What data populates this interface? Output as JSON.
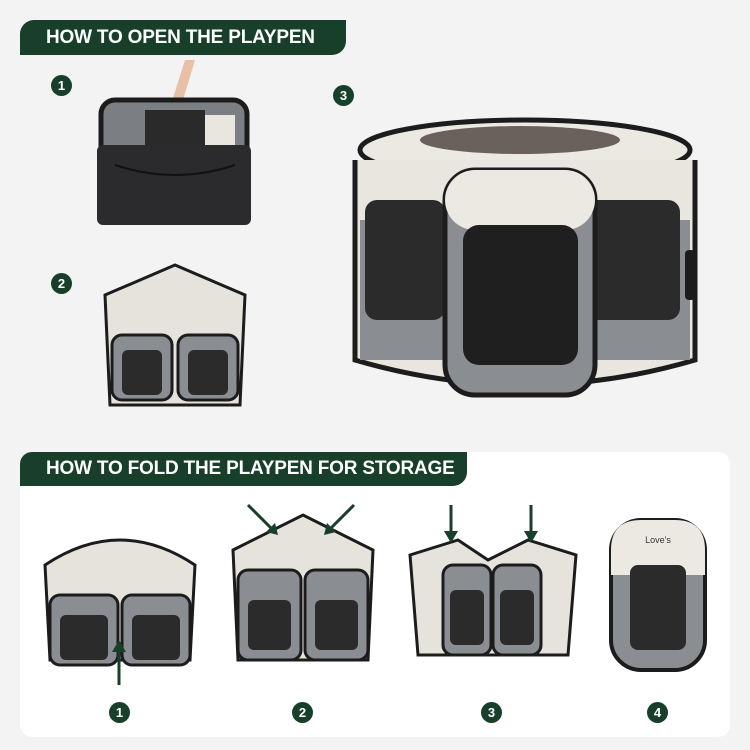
{
  "open_section": {
    "title": "HOW TO OPEN THE PLAYPEN",
    "steps": [
      "1",
      "2",
      "3"
    ]
  },
  "fold_section": {
    "title": "HOW TO FOLD THE PLAYPEN FOR STORAGE",
    "steps": [
      "1",
      "2",
      "3",
      "4"
    ]
  },
  "brand": "Love's",
  "colors": {
    "accent": "#183f2a",
    "background": "#f3f3f3",
    "panel": "#ffffff",
    "fabric_gray": "#8a8d91",
    "fabric_cream": "#ece9e2",
    "mesh": "#2b2b2b"
  }
}
